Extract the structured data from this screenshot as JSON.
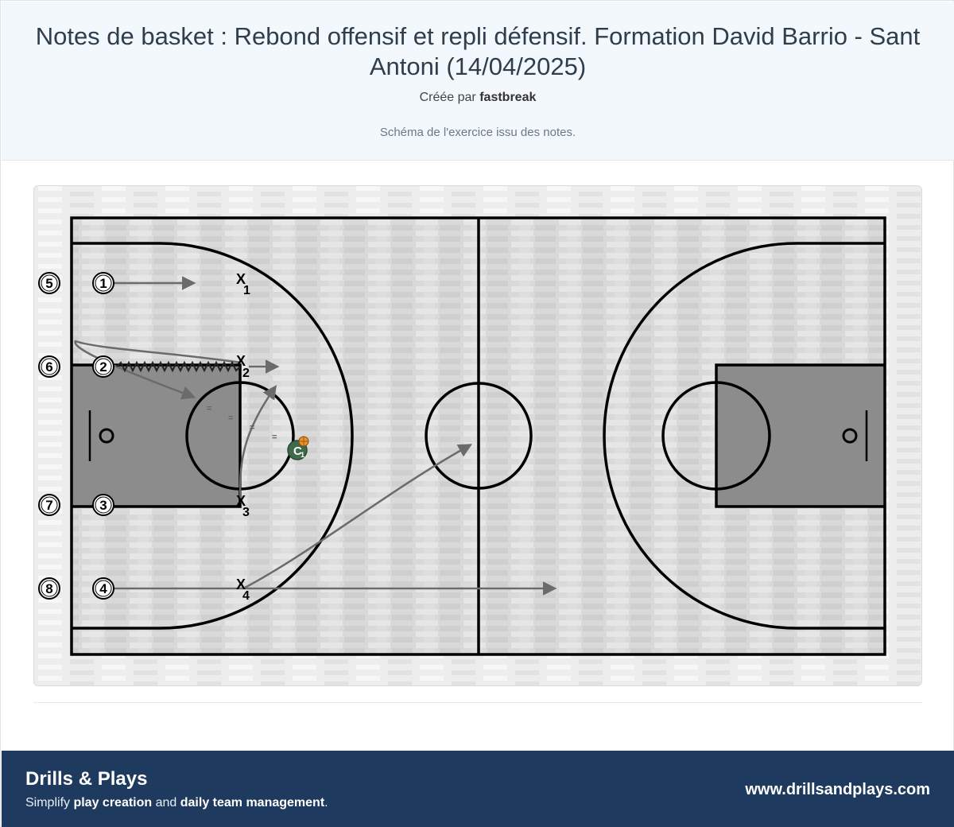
{
  "header": {
    "title": "Notes de basket : Rebond offensif et repli défensif. Formation David Barrio - Sant Antoni (14/04/2025)",
    "created_prefix": "Créée par",
    "author": "fastbreak",
    "subtitle": "Schéma de l'exercice issu des notes."
  },
  "diagram": {
    "bench_players": [
      "5",
      "6",
      "7",
      "8"
    ],
    "offense_players": [
      "1",
      "2",
      "3",
      "4"
    ],
    "defense_marker": "X",
    "defense_numbers": [
      "1",
      "2",
      "3",
      "4"
    ],
    "coach_label": "C",
    "coach_sub": "1"
  },
  "footer": {
    "brand": "Drills & Plays",
    "tagline_parts": [
      "Simplify ",
      "play creation",
      " and ",
      "daily team management",
      "."
    ],
    "site": "www.drillsandplays.com"
  },
  "colors": {
    "header_bg": "#f3f8fd",
    "footer_bg": "#1f3a5f",
    "paint": "#8c8c8c",
    "coach": "#3f6a4c",
    "ball": "#e8922a"
  }
}
